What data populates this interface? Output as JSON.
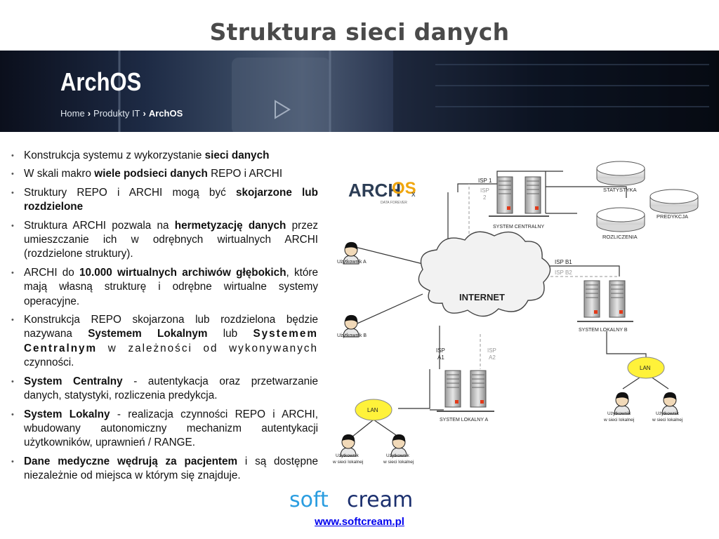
{
  "title": "Struktura sieci danych",
  "banner": {
    "heading": "ArchOS",
    "breadcrumb": [
      "Home",
      "Produkty IT",
      "ArchOS"
    ]
  },
  "bullets": [
    {
      "parts": [
        {
          "t": "Konstrukcja systemu z wykorzystanie "
        },
        {
          "t": "sieci danych",
          "b": true
        }
      ]
    },
    {
      "parts": [
        {
          "t": "W skali makro "
        },
        {
          "t": "wiele podsieci danych",
          "b": true
        },
        {
          "t": " REPO i ARCHI"
        }
      ]
    },
    {
      "parts": [
        {
          "t": "Struktury REPO i ARCHI mogą być "
        },
        {
          "t": "skojarzone lub rozdzielone",
          "b": true
        }
      ]
    },
    {
      "parts": [
        {
          "t": "Struktura ARCHI pozwala na "
        },
        {
          "t": "hermetyzację danych",
          "b": true
        },
        {
          "t": " przez umieszczanie ich w odrębnych wirtualnych ARCHI (rozdzielone struktury)."
        }
      ]
    },
    {
      "parts": [
        {
          "t": "ARCHI do "
        },
        {
          "t": "10.000 wirtualnych archiwów głębokich",
          "b": true
        },
        {
          "t": ", które mają własną strukturę i odrębne wirtualne systemy operacyjne."
        }
      ]
    },
    {
      "parts": [
        {
          "t": "Konstrukcja REPO skojarzona lub rozdzielona będzie nazywana "
        },
        {
          "t": "Systemem Lokalnym",
          "b": true
        },
        {
          "t": " lub "
        },
        {
          "t": "Systemem Centralnym",
          "b": true,
          "s": true
        },
        {
          "t": " w zależności od wykonywanych",
          "s": true
        },
        {
          "t": " czynności."
        }
      ]
    },
    {
      "parts": [
        {
          "t": "System Centralny",
          "b": true
        },
        {
          "t": " - autentykacja oraz przetwarzanie danych, statystyki, rozliczenia predykcja."
        }
      ]
    },
    {
      "parts": [
        {
          "t": "System Lokalny",
          "b": true
        },
        {
          "t": " - realizacja czynności REPO i ARCHI, wbudowany autonomiczny mechanizm autentykacji użytkowników, uprawnień /  RANGE."
        }
      ]
    },
    {
      "parts": [
        {
          "t": "Dane medyczne wędrują za pacjentem",
          "b": true
        },
        {
          "t": " i są dostępne niezależnie od miejsca w którym się znajduje."
        }
      ]
    }
  ],
  "diagram": {
    "logo_main": "ARCH",
    "logo_os": "OS",
    "logo_x": "x",
    "logo_tagline": "DATA FOREVER",
    "internet": "INTERNET",
    "isp1": "ISP 1",
    "isp2": "ISP",
    "isp2b": "2",
    "ispb1": "ISP B1",
    "ispb2": "ISP B2",
    "ispa1": "ISP",
    "ispa1b": "A1",
    "ispa2": "ISP",
    "ispa2b": "A2",
    "system_centralny": "SYSTEM CENTRALNY",
    "system_lokalny_a": "SYSTEM LOKALNY A",
    "system_lokalny_b": "SYSTEM LOKALNY B",
    "statystyka": "STATYSTYKA",
    "predykcja": "PREDYKCJA",
    "rozliczenia": "ROZLICZENIA",
    "lan": "LAN",
    "user_a": "Użytkownik A",
    "user_b": "Użytkownik B",
    "user_local": "Użytkownik",
    "user_local2": "w sieci lokalnej"
  },
  "footer": {
    "logo_soft": "soft",
    "logo_cream": "cream",
    "link": "www.softcream.pl"
  },
  "colors": {
    "logo_soft": "#2a9de0",
    "logo_cream": "#1b2f6e",
    "lan": "#fff23a"
  }
}
